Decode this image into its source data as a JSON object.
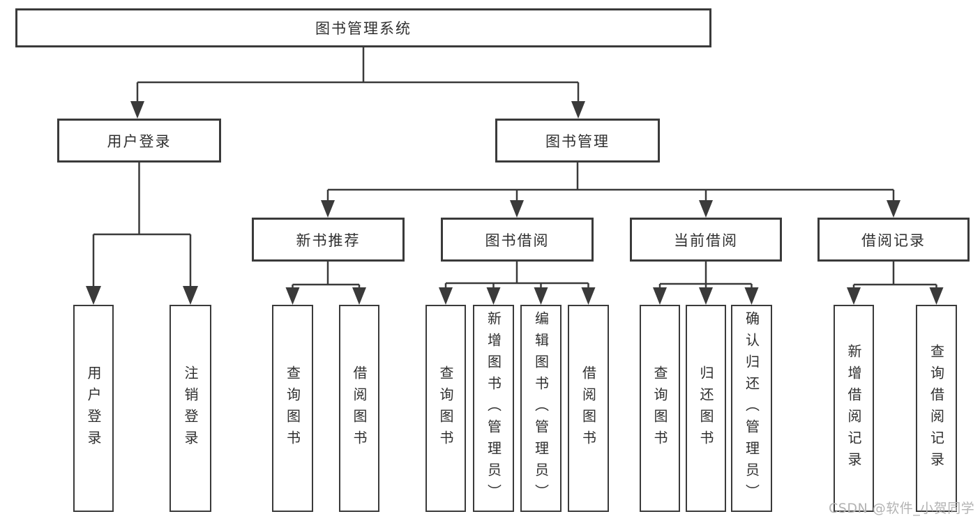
{
  "colors": {
    "background": "#ffffff",
    "box_border": "#3a3a3a",
    "connector_line": "#3a3a3a",
    "text": "#2f2f2f",
    "watermark": "#b3b3b3"
  },
  "diagram": {
    "root": {
      "label": "图书管理系统"
    },
    "level2": [
      {
        "label": "用户登录"
      },
      {
        "label": "图书管理"
      }
    ],
    "level3": [
      {
        "label": "新书推荐"
      },
      {
        "label": "图书借阅"
      },
      {
        "label": "当前借阅"
      },
      {
        "label": "借阅记录"
      }
    ],
    "leaves": {
      "user_login": [
        {
          "label": "用户登录"
        },
        {
          "label": "注销登录"
        }
      ],
      "new_book_recommend": [
        {
          "label": "查询图书"
        },
        {
          "label": "借阅图书"
        }
      ],
      "book_borrow": [
        {
          "label": "查询图书"
        },
        {
          "label": "新增图书（管理员）"
        },
        {
          "label": "编辑图书（管理员）"
        },
        {
          "label": "借阅图书"
        }
      ],
      "current_borrow": [
        {
          "label": "查询图书"
        },
        {
          "label": "归还图书"
        },
        {
          "label": "确认归还（管理员）"
        }
      ],
      "borrow_records": [
        {
          "label": "新增借阅记录"
        },
        {
          "label": "查询借阅记录"
        }
      ]
    }
  },
  "watermark": {
    "text": "CSDN @软件_小贺同学"
  }
}
